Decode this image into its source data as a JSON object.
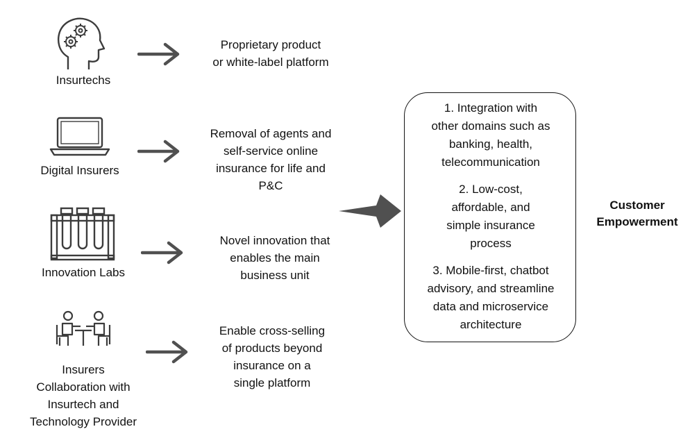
{
  "sources": [
    {
      "id": "insurtechs",
      "label": "Insurtechs",
      "icon": "head-gears-icon",
      "desc": "Proprietary product\nor white-label platform"
    },
    {
      "id": "digital",
      "label": "Digital Insurers",
      "icon": "laptop-icon",
      "desc": "Removal of agents and\nself-service online\ninsurance for life and\nP&C"
    },
    {
      "id": "labs",
      "label": "Innovation Labs",
      "icon": "test-tubes-icon",
      "desc": "Novel innovation that\nenables the main\nbusiness unit"
    },
    {
      "id": "collab",
      "label": "Insurers\nCollaboration with\nInsurtech and\nTechnology Provider",
      "icon": "meeting-icon",
      "desc": "Enable cross-selling\nof products beyond\ninsurance on a\nsingle platform"
    }
  ],
  "box_items": [
    "1. Integration with\nother domains such as\nbanking, health,\ntelecommunication",
    "2. Low-cost,\naffordable, and\nsimple insurance\nprocess",
    "3. Mobile-first, chatbot\nadvisory, and streamline\ndata and microservice\narchitecture"
  ],
  "outcome": "Customer\nEmpowerment",
  "colors": {
    "icon": "#3c3c3c",
    "arrow": "#505050",
    "text": "#111111"
  }
}
